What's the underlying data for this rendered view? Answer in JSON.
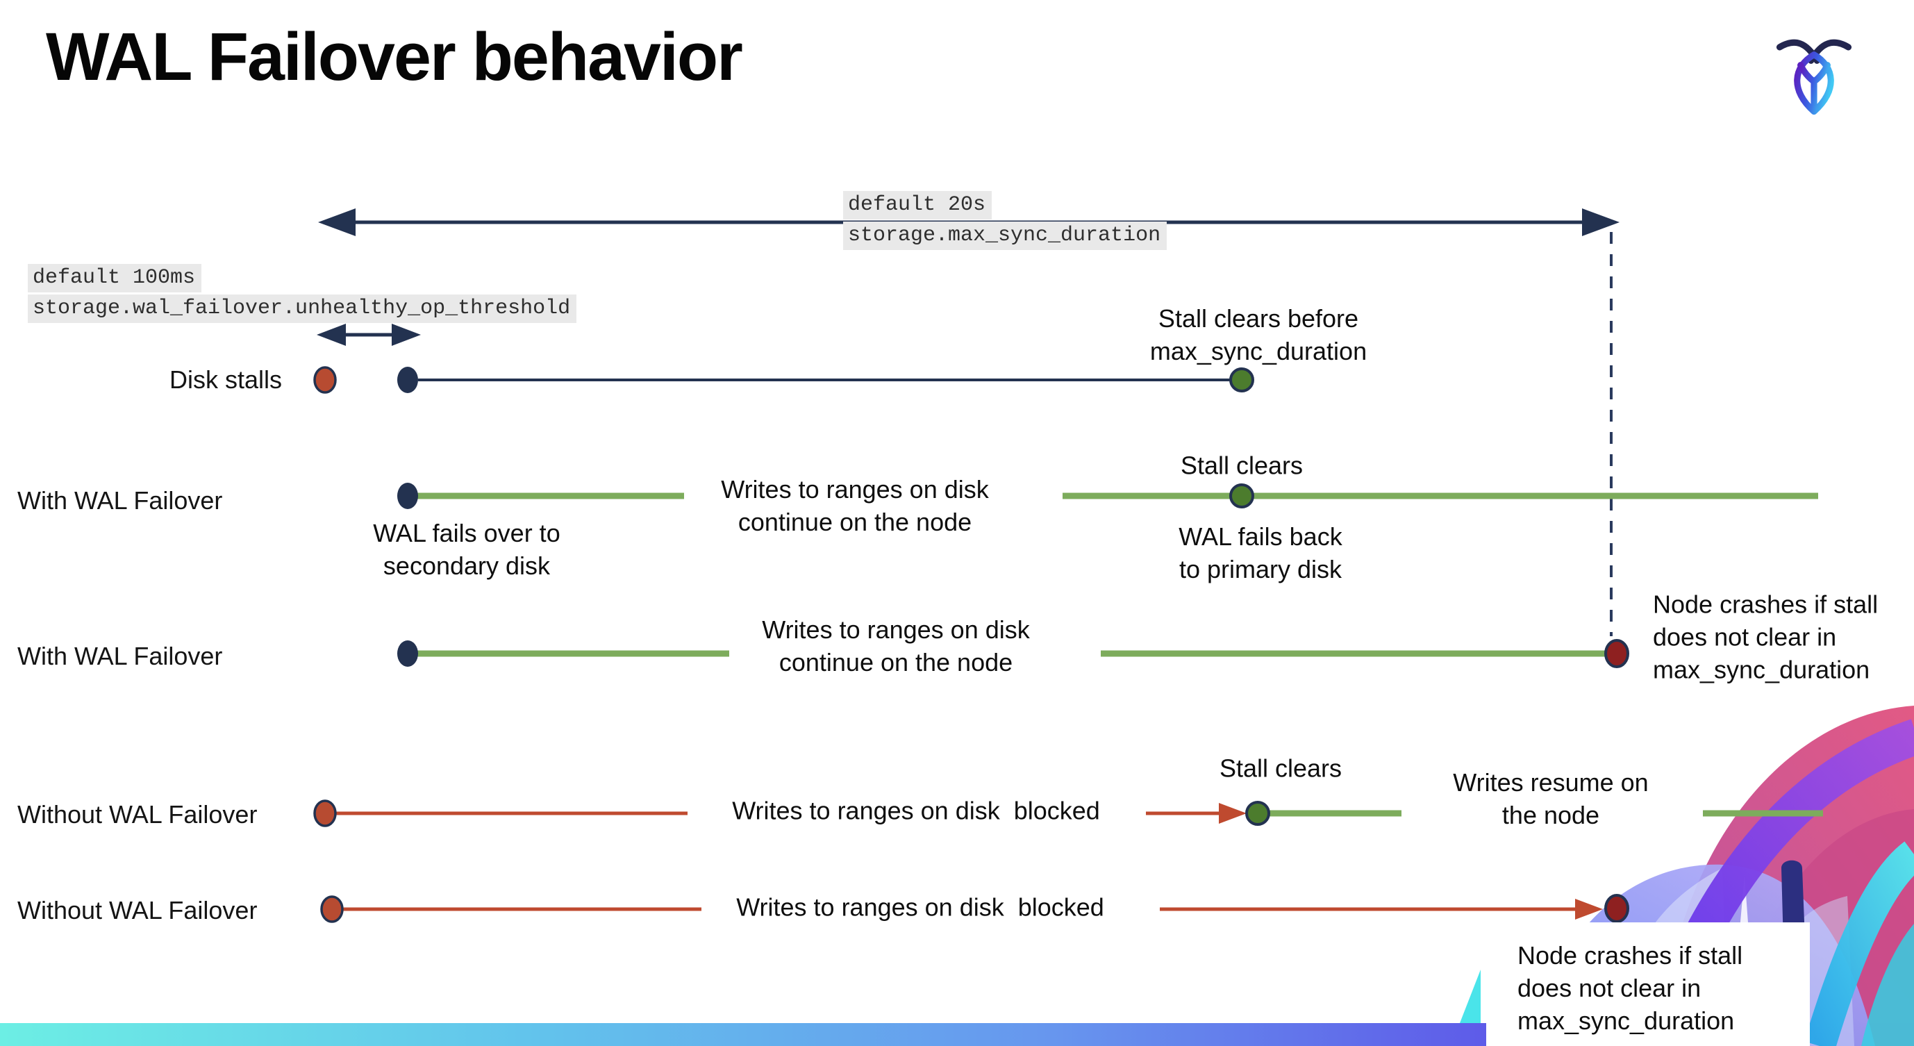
{
  "page": {
    "title": "WAL Failover behavior"
  },
  "config_labels": {
    "max_sync_duration": {
      "default": "default 20s",
      "setting": "storage.max_sync_duration"
    },
    "unhealthy_op_threshold": {
      "default": "default 100ms",
      "setting": "storage.wal_failover.unhealthy_op_threshold"
    }
  },
  "rows": {
    "disk_stalls": "Disk stalls",
    "with_wal_failover_1": "With WAL Failover",
    "with_wal_failover_2": "With WAL Failover",
    "without_wal_failover_1": "Without WAL Failover",
    "without_wal_failover_2": "Without WAL Failover"
  },
  "annotations": {
    "stall_clears_before": "Stall clears before\nmax_sync_duration",
    "wal_fails_over": "WAL fails over to\nsecondary disk",
    "writes_continue_1": "Writes to ranges on disk\ncontinue on the node",
    "stall_clears_1": "Stall clears",
    "wal_fails_back": "WAL fails  back\nto primary disk",
    "writes_continue_2": "Writes to ranges on disk\ncontinue on the node",
    "node_crashes_1": "Node crashes if stall\ndoes not clear in\nmax_sync_duration",
    "writes_blocked_1": "Writes to ranges on disk  blocked",
    "stall_clears_2": "Stall clears",
    "writes_resume": "Writes resume on\nthe node",
    "writes_blocked_2": "Writes to ranges on disk  blocked",
    "node_crashes_2": "Node crashes if stall\ndoes not clear in\nmax_sync_duration"
  },
  "icons": {
    "logo": "cockroachdb-logo"
  },
  "colors": {
    "navy": "#233250",
    "red_line": "#bf4a2f",
    "red_dot": "#b74b31",
    "maroon_dot": "#8e2020",
    "green_line": "#7dac5c",
    "green_dot": "#4c7c2d",
    "code_label_bg": "#e9e9e9",
    "footer_gradient": [
      "#6ceee4",
      "#62c3ec",
      "#6796ee",
      "#5d55e8"
    ]
  }
}
